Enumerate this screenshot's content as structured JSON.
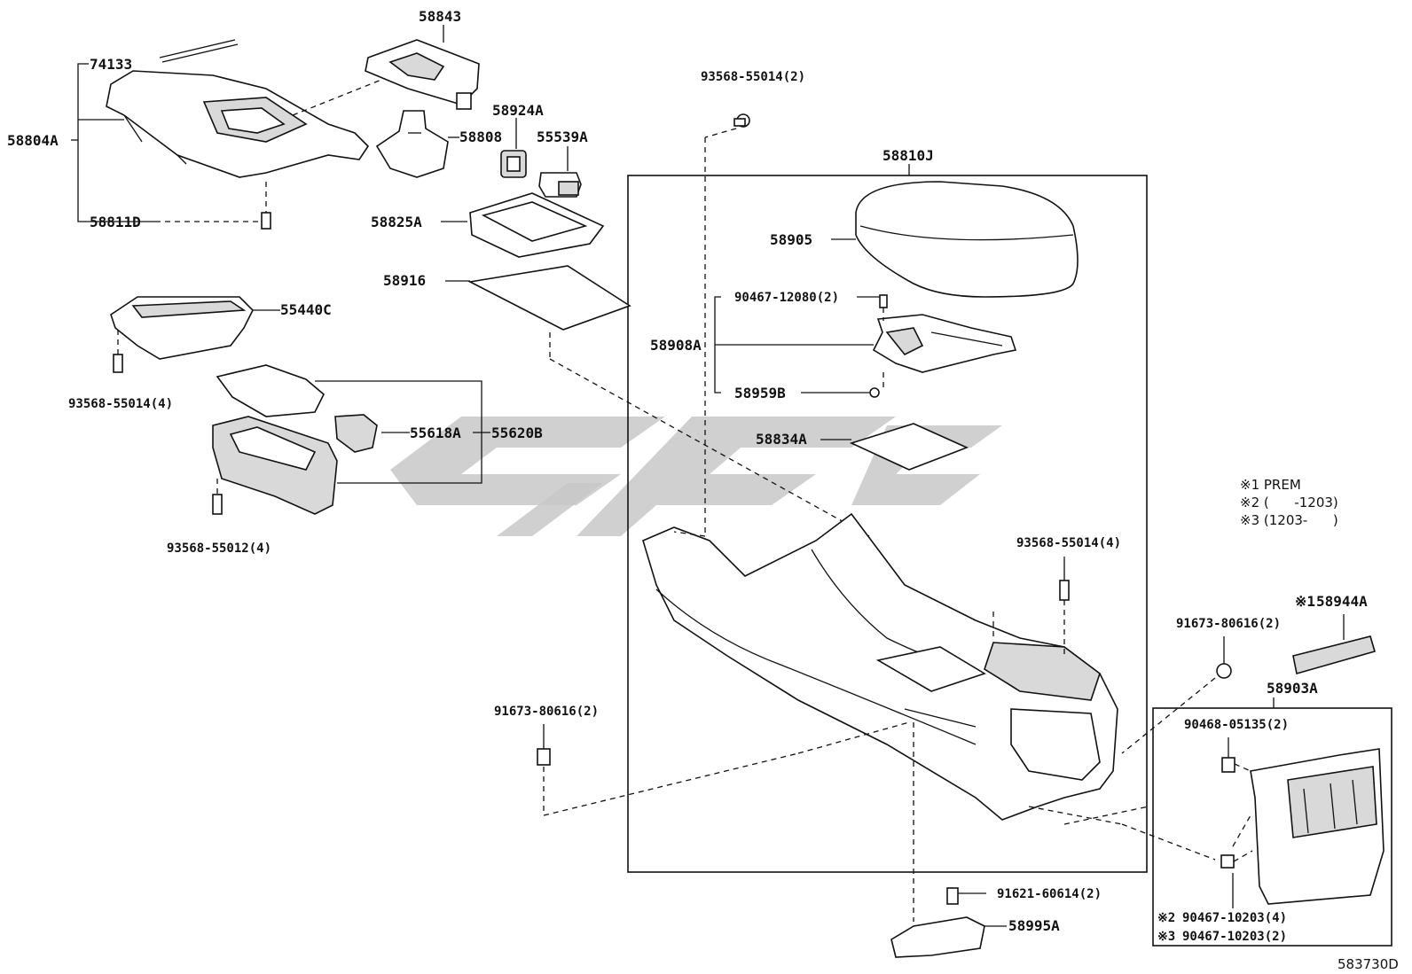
{
  "labels": {
    "p74133": "74133",
    "p58843": "58843",
    "p58804A": "58804A",
    "p58811D": "58811D",
    "p58924A": "58924A",
    "p58808": "58808",
    "p55539A": "55539A",
    "p58825A": "58825A",
    "p58916": "58916",
    "p55440C": "55440C",
    "b93568_4_left": "93568-55014(4)",
    "p55618A": "55618A",
    "p55620B": "55620B",
    "b93568_12": "93568-55012(4)",
    "b93568_top": "93568-55014(2)",
    "p58810J": "58810J",
    "p58905": "58905",
    "c90467_12080": "90467-12080(2)",
    "p58908A": "58908A",
    "p58959B": "58959B",
    "p58834A": "58834A",
    "b93568_right": "93568-55014(4)",
    "b91673_right": "91673-80616(2)",
    "p58944A": "58944A",
    "p58944A_mark": "※1",
    "p58903A": "58903A",
    "c90468": "90468-05135(2)",
    "b91673_left": "91673-80616(2)",
    "b91621": "91621-60614(2)",
    "p58995A": "58995A",
    "c90467_10203_a": "90467-10203(4)",
    "c90467_10203_a_mark": "※2",
    "c90467_10203_b": "90467-10203(2)",
    "c90467_10203_b_mark": "※3",
    "diagram_id": "583730D"
  },
  "notes": {
    "n1": "※1 PREM",
    "n2": "※2 (      -1203)",
    "n3": "※3 (1203-      )"
  },
  "watermark_color": "#c8c8c8"
}
